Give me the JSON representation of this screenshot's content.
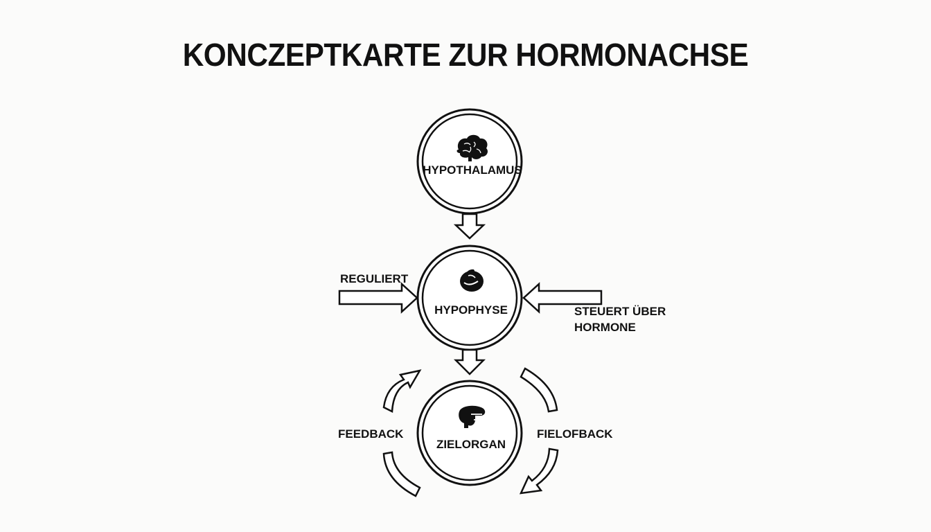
{
  "title": "KONCZEPTKARTE ZUR HORMONACHSE",
  "nodes": {
    "hypothalamus": {
      "label": "HYPOTHALAMUS",
      "icon": "brain-icon"
    },
    "hypophyse": {
      "label": "HYPOPHYSE",
      "icon": "pituitary-gland-icon"
    },
    "zielorgan": {
      "label": "ZIELORGAN",
      "icon": "organ-icon"
    }
  },
  "edge_labels": {
    "reguliert": "REGULIERT",
    "steuert_line1": "STEUERT ÜBER",
    "steuert_line2": "HORMONE",
    "feedback_left": "FEEDBACK",
    "feedback_right": "FIELOFBACK"
  }
}
